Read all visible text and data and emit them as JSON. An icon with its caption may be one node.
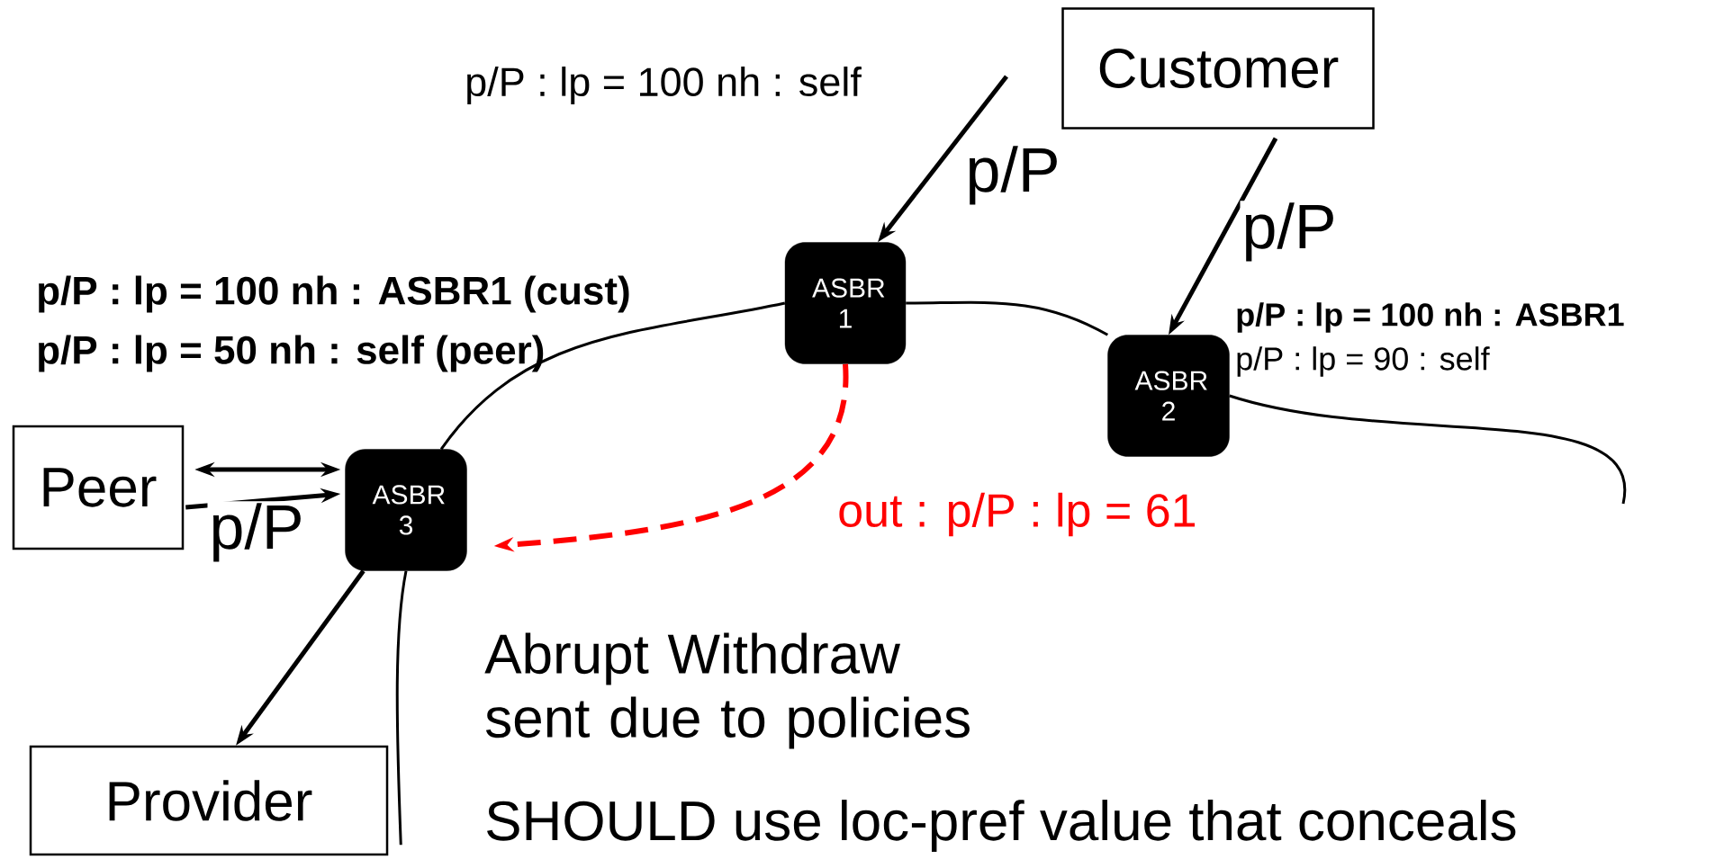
{
  "diagram": {
    "nodes": [
      {
        "text": [
          "Customer"
        ]
      },
      {
        "text": [
          "ASBR 1"
        ]
      },
      {
        "text": [
          "ASBR 2"
        ]
      },
      {
        "text": [
          "Peer"
        ]
      },
      {
        "text": [
          "ASBR 3"
        ]
      },
      {
        "text": [
          "Provider"
        ]
      }
    ],
    "edges": [
      {
        "from": null,
        "to": 1,
        "arrow": "to",
        "label": "p/P"
      },
      {
        "from": 0,
        "to": 2,
        "arrow": "to",
        "label": "p/P"
      },
      {
        "from": 3,
        "to": 4,
        "arrow": "both"
      },
      {
        "from": 3,
        "to": 4,
        "arrow": "to",
        "label": "p/P"
      },
      {
        "from": 4,
        "to": 5,
        "arrow": "to"
      },
      {
        "from": 1,
        "to": 4,
        "arrow": "to",
        "style": "dashed",
        "color": "#ff0000"
      },
      {
        "from": 4,
        "to": 1,
        "arrow": "none"
      },
      {
        "from": 1,
        "to": 2,
        "arrow": "none"
      },
      {
        "from": 2,
        "to": null,
        "arrow": "none"
      },
      {
        "from": 4,
        "to": 5,
        "arrow": "none"
      }
    ],
    "labels": [
      "p/P : lp = 100 nh : self",
      "p/P : lp = 100 nh : ASBR1 (cust)",
      "p/P : lp = 50 nh : self (peer)",
      "p/P : lp = 100  nh : ASBR1",
      "p/P : lp = 90 : self",
      "out : p/P : lp = 61",
      "Abrupt Withdraw sent due to policies",
      "SHOULD use loc-pref value that conceals"
    ]
  }
}
